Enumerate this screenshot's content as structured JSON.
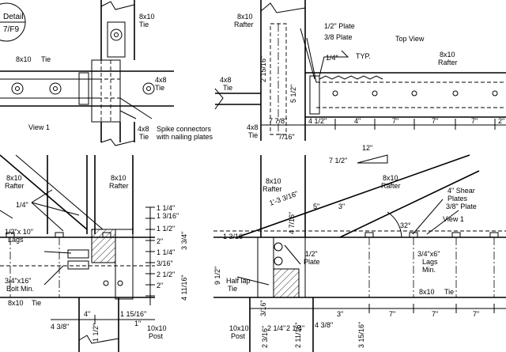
{
  "detail": {
    "title": "Detail",
    "ref": "7/F9"
  },
  "labels": {
    "tie_8x10": "8x10",
    "tie_word": "Tie",
    "rafter_word": "Rafter",
    "post_word": "Post",
    "post_10x10": "10x10",
    "tie_4x8": "4x8",
    "view1": "View 1",
    "spike_line1": "Spike connectors",
    "spike_line2": "with nailing plates",
    "half_plate": "1/2\" Plate",
    "three_eighths_plate": "3/8 Plate",
    "typ_weld": "1/4\"",
    "typ": "TYP.",
    "top_view": "Top View",
    "lags_a": "1/2\"x 10\"",
    "lags_b": "Lags",
    "bolt_a": "3/4\"x16\"",
    "bolt_b": "Bolt Min.",
    "shear_a": "4\" Shear",
    "shear_b": "Plates",
    "plate38_b": "3/8\" Plate",
    "lags2_a": "3/4\"x6\"",
    "lags2_b": "Lags",
    "lags2_c": "Min.",
    "half_lap_a": "Half lap",
    "half_lap_b": "Tie",
    "plate_a": "1/2\"",
    "plate_b": "Plate",
    "angle": "32°",
    "pitch_run": "12\"",
    "pitch_rise": "7 1/2\"",
    "weld_sym": "1/4\""
  },
  "dims": {
    "d_2_15_16": "2 15/16\"",
    "d_5_1_2": "5 1/2\"",
    "d_7_7_8": "7 7/8\"",
    "d_7_16": "7/16\"",
    "d_4_1_2": "4 1/2\"",
    "d_4": "4\"",
    "d_7a": "7\"",
    "d_7b": "7\"",
    "d_7c": "7\"",
    "d_2": "2\"",
    "d_1_1_4a": "1 1/4\"",
    "d_1_3_16a": "1 3/16\"",
    "d_1_1_2": "1 1/2\"",
    "d_2b": "2\"",
    "d_1_1_4b": "1 1/4\"",
    "d_3_16": "3/16\"",
    "d_2_1_2": "2 1/2\"",
    "d_2c": "2\"",
    "d_3_3_4": "3 3/4\"",
    "d_4_11_16": "4 11/16\"",
    "d_4b": "4\"",
    "d_1_15_16": "1 15/16\"",
    "d_4_3_8a": "4 3/8\"",
    "d_1_1_2b": "1 1/2\"",
    "d_1": "1\"",
    "d_1_3_16_3_16": "1'-3 3/16\"",
    "d_5": "5\"",
    "d_3": "3\"",
    "d_4_7_16": "4 7/16\"",
    "d_1_3_16b": "1 3/16\"",
    "d_9_1_2": "9 1/2\"",
    "d_3_16b": "3/16\"",
    "d_2_1_4a": "2 1/4\"",
    "d_2_1_4b": "2 1/4\"",
    "d_4_3_8b": "4 3/8\"",
    "d_3b": "3\"",
    "d_7d": "7\"",
    "d_7e": "7\"",
    "d_7f": "7\"",
    "d_3_15_16": "3 15/16\"",
    "d_2_3_16": "2 3/16\"",
    "d_2_11_16": "2 11/16\""
  }
}
